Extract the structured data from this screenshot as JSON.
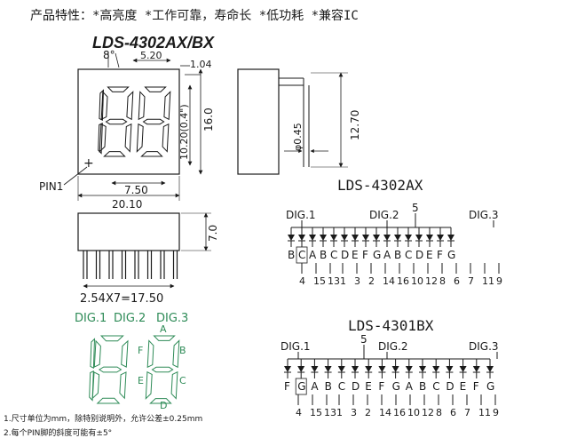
{
  "header": {
    "text": "产品特性：*高亮度 *工作可靠，寿命长 *低功耗 *兼容IC"
  },
  "part_title": "LDS-4302AX/BX",
  "front_view": {
    "dim_top_left": "8°",
    "dim_top_mid": "5.20",
    "dim_top_right": "1.04",
    "dim_right_inner": "10.20(0.4\")",
    "dim_right_outer": "16.0",
    "dim_bottom_inner": "7.50",
    "dim_bottom_outer": "20.10",
    "pin1_label": "PIN1"
  },
  "side_view": {
    "dim_pin": "φ0.45",
    "dim_height": "12.70"
  },
  "bottom_view": {
    "dim_height": "7.0",
    "dim_pitch": "2.54X7=17.50"
  },
  "segment_view": {
    "digits": [
      "DIG.1",
      "DIG.2",
      "DIG.3"
    ],
    "segments": {
      "a": "A",
      "b": "B",
      "c": "C",
      "d": "D",
      "e": "E",
      "f": "F"
    }
  },
  "schematic_ax": {
    "title": "LDS-4302AX",
    "dig_labels": [
      "DIG.1",
      "DIG.2",
      "DIG.3"
    ],
    "common_pin": "5",
    "segments": [
      "B",
      "C",
      "A",
      "B",
      "C",
      "D",
      "E",
      "F",
      "G",
      "A",
      "B",
      "C",
      "D",
      "E",
      "F",
      "G"
    ],
    "pins": [
      "4",
      "15",
      "13",
      "1",
      "3",
      "2",
      "14",
      "16",
      "10",
      "12",
      "8",
      "6",
      "7",
      "11",
      "9"
    ]
  },
  "schematic_bx": {
    "title": "LDS-4301BX",
    "dig_labels": [
      "DIG.1",
      "DIG.2",
      "DIG.3"
    ],
    "common_pin": "5",
    "segments": [
      "F",
      "G",
      "A",
      "B",
      "C",
      "D",
      "E",
      "F",
      "G",
      "A",
      "B",
      "C",
      "D",
      "E",
      "F",
      "G"
    ],
    "pins": [
      "4",
      "15",
      "13",
      "1",
      "3",
      "2",
      "14",
      "16",
      "10",
      "12",
      "8",
      "6",
      "7",
      "11",
      "9"
    ]
  },
  "notes": [
    "1.尺寸单位为mm，除特别说明外，允许公差±0.25mm",
    "2.每个PIN脚的斜度可能有±5°"
  ],
  "colors": {
    "line": "#1a1a1a",
    "digit_outline": "#2e8b57",
    "label": "#2e8b57"
  }
}
